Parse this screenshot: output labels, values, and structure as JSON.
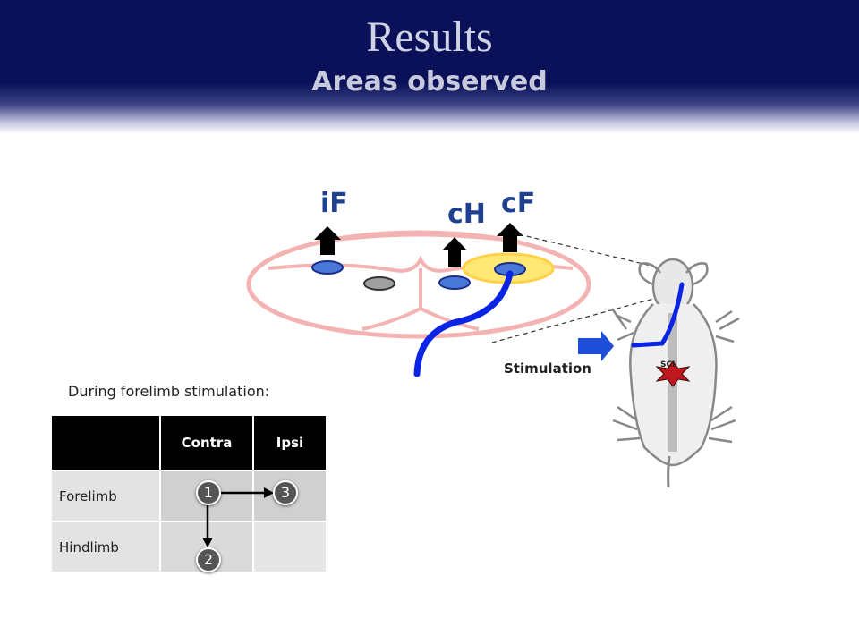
{
  "slide": {
    "title": "Results",
    "subtitle": "Areas observed"
  },
  "diagram": {
    "labels": {
      "iF": "iF",
      "cH": "cH",
      "cF": "cF",
      "rat_label": "SCI"
    },
    "stimulation_label": "Stimulation"
  },
  "table": {
    "caption": "During forelimb stimulation:",
    "headers": [
      "",
      "Contra",
      "Ipsi"
    ],
    "rows": [
      {
        "label": "Forelimb"
      },
      {
        "label": "Hindlimb"
      }
    ],
    "sequence": [
      "1",
      "2",
      "3"
    ]
  },
  "colors": {
    "header_bg": "#0b1158",
    "accent_blue": "#1f3f8f",
    "cortex_outline": "#f2a8a8",
    "highlight_yellow": "#ffe873",
    "electrode_blue": "#0a24e6"
  }
}
